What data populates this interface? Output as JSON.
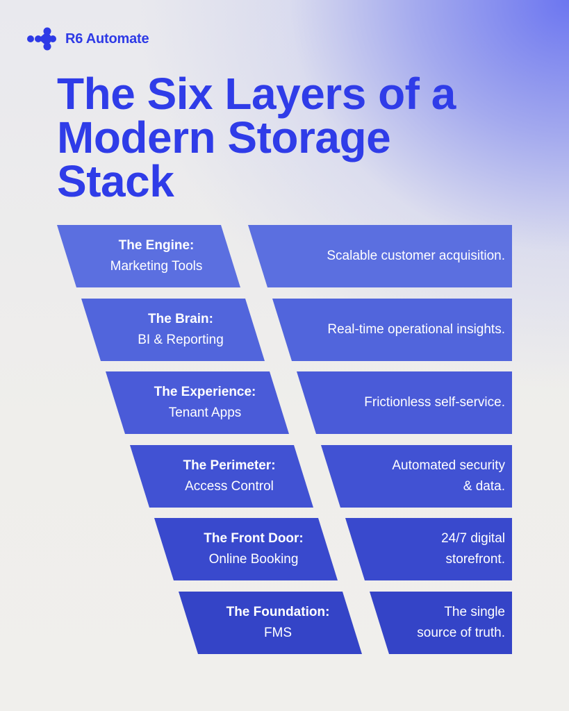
{
  "brand": {
    "name": "R6 Automate",
    "icon": "r6-automate-logo-icon"
  },
  "title_lines": [
    "The Six Layers of a",
    "Modern Storage",
    "Stack"
  ],
  "layers": [
    {
      "name": "The Engine:",
      "sub": "Marketing Tools",
      "benefit": [
        "Scalable customer acquisition."
      ]
    },
    {
      "name": "The Brain:",
      "sub": "BI & Reporting",
      "benefit": [
        "Real-time operational insights."
      ]
    },
    {
      "name": "The Experience:",
      "sub": "Tenant Apps",
      "benefit": [
        "Frictionless self-service."
      ]
    },
    {
      "name": "The Perimeter:",
      "sub": "Access Control",
      "benefit": [
        "Automated security",
        "& data."
      ]
    },
    {
      "name": "The Front Door:",
      "sub": "Online Booking",
      "benefit": [
        "24/7 digital",
        "storefront."
      ]
    },
    {
      "name": "The Foundation:",
      "sub": "FMS",
      "benefit": [
        "The single",
        "source of truth."
      ]
    }
  ],
  "colors": {
    "accent": "#2f3ce8",
    "layer_colors": [
      "#5b6fe0",
      "#5165dc",
      "#4a5bd8",
      "#4152d3",
      "#3949cd",
      "#3444c7"
    ]
  }
}
